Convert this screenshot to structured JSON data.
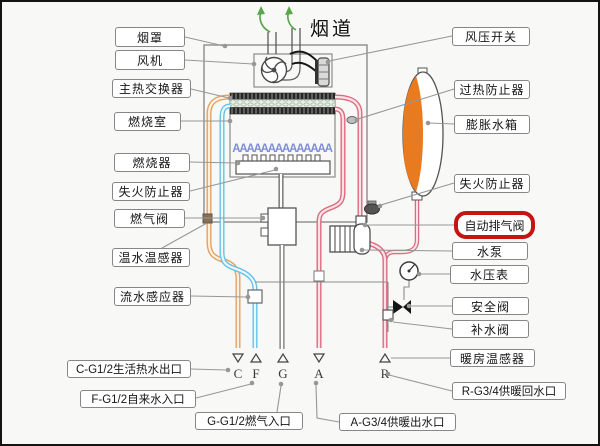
{
  "title": "烟道",
  "labels": {
    "left": [
      {
        "text": "烟罩"
      },
      {
        "text": "风机"
      },
      {
        "text": "主热交换器"
      },
      {
        "text": "燃烧室"
      },
      {
        "text": "燃烧器"
      },
      {
        "text": "失火防止器"
      },
      {
        "text": "燃气阀"
      },
      {
        "text": "温水温感器"
      },
      {
        "text": "流水感应器"
      }
    ],
    "right": [
      {
        "text": "风压开关"
      },
      {
        "text": "过热防止器"
      },
      {
        "text": "膨胀水箱"
      },
      {
        "text": "失火防止器"
      },
      {
        "text": "自动排气阀",
        "highlighted": true
      },
      {
        "text": "水泵"
      },
      {
        "text": "水压表"
      },
      {
        "text": "安全阀"
      },
      {
        "text": "补水阀"
      },
      {
        "text": "暖房温感器"
      }
    ],
    "bottom": [
      {
        "text": "C-G1/2生活热水出口"
      },
      {
        "text": "F-G1/2自来水入口"
      },
      {
        "text": "G-G1/2燃气入口"
      },
      {
        "text": "A-G3/4供暖出水口"
      },
      {
        "text": "R-G3/4供暖回水口"
      }
    ]
  },
  "ports": [
    {
      "letter": "C",
      "direction": "out"
    },
    {
      "letter": "F",
      "direction": "in"
    },
    {
      "letter": "G",
      "direction": "in"
    },
    {
      "letter": "A",
      "direction": "out"
    },
    {
      "letter": "R",
      "direction": "in"
    }
  ],
  "flames": "AAAAAAAAAAAAAA",
  "colors": {
    "hot_water_pipe": "#e5a262",
    "cold_water_pipe": "#64c2e8",
    "heating_pipe": "#dd6b7f",
    "gas_pipe": "#6b6b6b",
    "highlight_red": "#c51414",
    "tank_orange": "#e87a20",
    "flame_blue": "#7e8ed6",
    "arrow_green": "#5aa64d"
  }
}
